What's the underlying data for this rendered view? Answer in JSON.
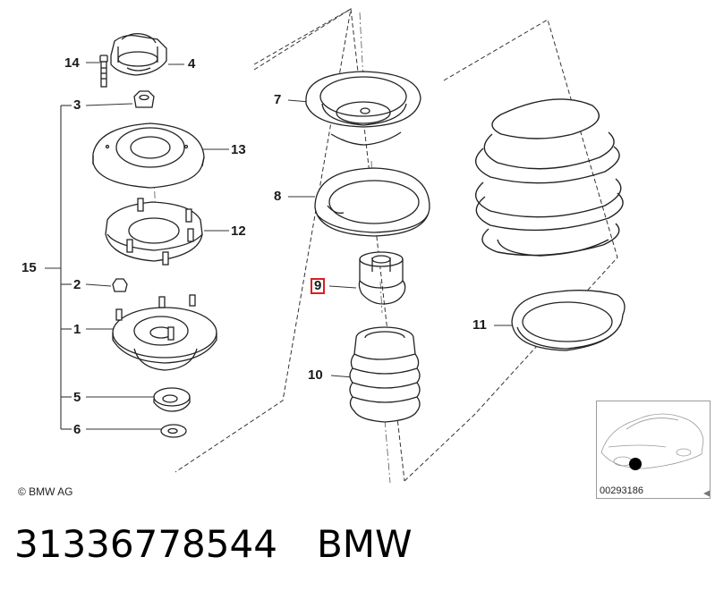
{
  "labels": {
    "l1": "1",
    "l2": "2",
    "l3": "3",
    "l4": "4",
    "l5": "5",
    "l6": "6",
    "l7": "7",
    "l8": "8",
    "l9": "9",
    "l10": "10",
    "l11": "11",
    "l12": "12",
    "l13": "13",
    "l14": "14",
    "l15": "15"
  },
  "highlighted_label": "9",
  "copyright": "© BMW AG",
  "image_number": "00293186",
  "footer": {
    "part_number": "31336778544",
    "brand": "BMW"
  },
  "colors": {
    "highlight": "#d62020",
    "line": "#222222",
    "marker": "#000000"
  }
}
